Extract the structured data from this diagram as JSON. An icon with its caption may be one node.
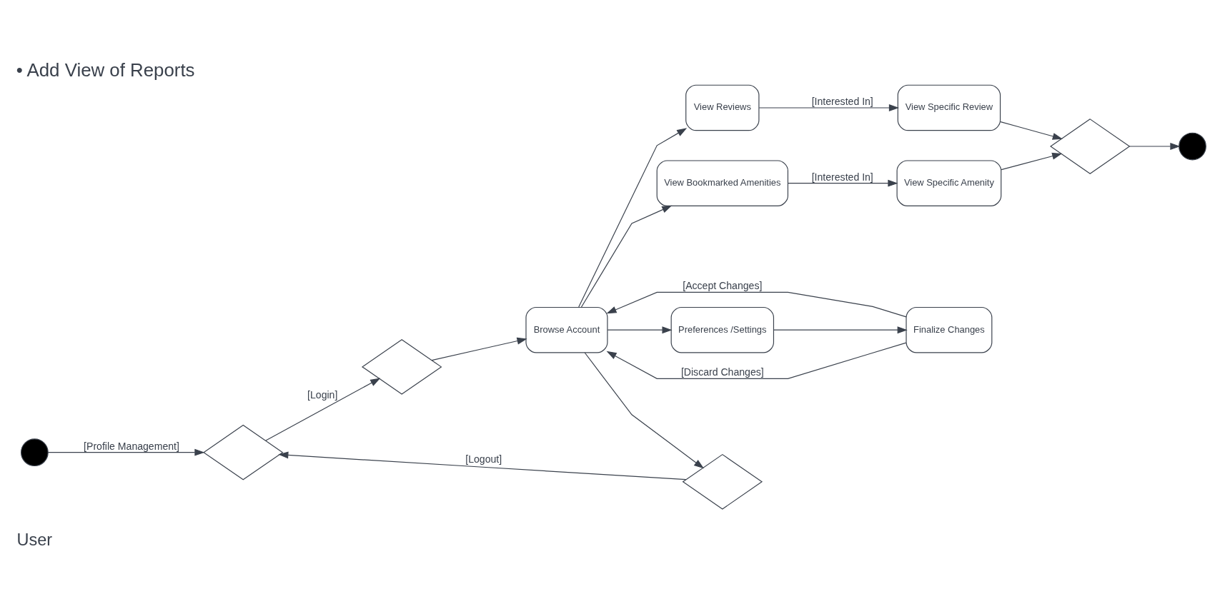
{
  "diagram": {
    "title": "• Add View of Reports",
    "nodes": [
      {
        "text": [],
        "shape": "circle"
      },
      {
        "text": [],
        "shape": "diamond"
      },
      {
        "text": [],
        "shape": "diamond"
      },
      {
        "text": [
          "Browse Account"
        ]
      },
      {
        "text": [
          "View Reviews"
        ]
      },
      {
        "text": [
          "View Bookmarked Amenities"
        ]
      },
      {
        "text": [
          "Preferences /Settings"
        ]
      },
      {
        "text": [
          "View Specific Review"
        ]
      },
      {
        "text": [
          "View Specific Amenity"
        ]
      },
      {
        "text": [
          "Finalize Changes"
        ]
      },
      {
        "text": [],
        "shape": "diamond"
      },
      {
        "text": [],
        "shape": "circle"
      },
      {
        "text": [],
        "shape": "diamond"
      }
    ],
    "edges": [
      {
        "from": 0,
        "to": 1,
        "arrow": "to",
        "label": "[Profile Management]"
      },
      {
        "from": 1,
        "to": 2,
        "arrow": "to",
        "label": "[Login]"
      },
      {
        "from": 2,
        "to": 3,
        "arrow": "to"
      },
      {
        "from": 3,
        "to": 4,
        "arrow": "to"
      },
      {
        "from": 3,
        "to": 5,
        "arrow": "to"
      },
      {
        "from": 3,
        "to": 6,
        "arrow": "to"
      },
      {
        "from": 4,
        "to": 7,
        "arrow": "to",
        "label": "[Interested In]"
      },
      {
        "from": 5,
        "to": 8,
        "arrow": "to",
        "label": "[Interested In]"
      },
      {
        "from": 6,
        "to": 9,
        "arrow": "to"
      },
      {
        "from": 7,
        "to": 10,
        "arrow": "to"
      },
      {
        "from": 8,
        "to": 10,
        "arrow": "to"
      },
      {
        "from": 10,
        "to": 11,
        "arrow": "to"
      },
      {
        "from": 9,
        "to": 3,
        "arrow": "to",
        "label": "[Discard Changes]"
      },
      {
        "from": 9,
        "to": 3,
        "arrow": "to",
        "label": "[Accept Changes]"
      },
      {
        "from": 3,
        "to": 12,
        "arrow": "to"
      },
      {
        "from": 12,
        "to": 1,
        "arrow": "to",
        "label": "[Logout]"
      }
    ],
    "labels": [
      "User"
    ]
  }
}
